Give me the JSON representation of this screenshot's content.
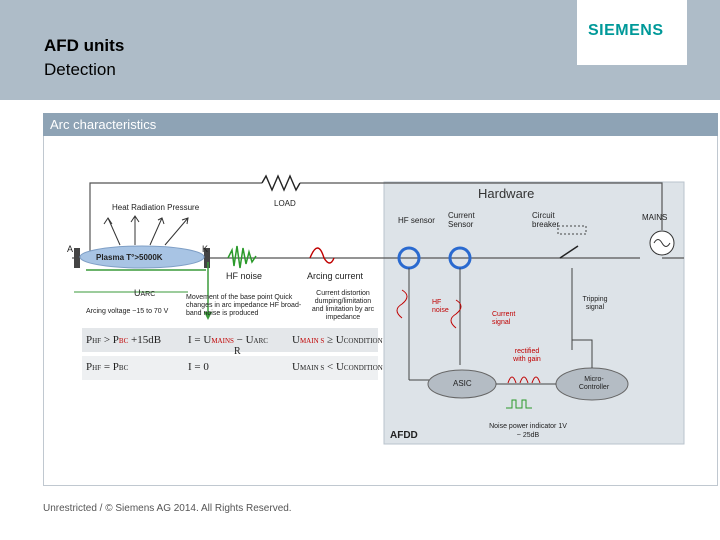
{
  "header": {
    "title": "AFD units",
    "subtitle": "Detection",
    "logo_text": "SIEMENS"
  },
  "section": {
    "title": "Arc characteristics"
  },
  "diagram": {
    "load": "LOAD",
    "heat_radiation_pressure": "Heat  Radiation  Pressure",
    "anode": "A",
    "cathode": "K",
    "plasma": "Plasma T°>5000K",
    "hf_noise": "HF noise",
    "arcing_current": "Arcing current",
    "u_arc": "U",
    "u_arc_sub": "ARC",
    "arcing_voltage": "Arcing voltage ~15 to 70 V",
    "movement_text": "Movement of the base point Quick changes in arc impedance HF broad-band noise is produced",
    "current_distortion": "Current distortion dumping/limitation and limitation by arc impedance",
    "formula1_left": "P",
    "formula1_sub": "HF",
    "formula1_mid": "> P",
    "formula1_sub2": "BC",
    "formula1_right": "+15dB",
    "formula2_left": "P",
    "formula2_mid": "= P",
    "formula2_sub2": "BC",
    "formula_i1": "I =",
    "formula_i1_num": "U",
    "formula_i1_num_sub": "MAINS",
    "formula_i1_minus": "− U",
    "formula_i1_num_sub2": "ARC",
    "formula_i1_den": "R",
    "formula_i2": "I = 0",
    "cond1_u": "U",
    "cond1_sub": "MAIN S",
    "cond1_op": "≥ U",
    "cond1_sub2": "CONDITION",
    "cond2_u": "U",
    "cond2_sub": "MAIN S",
    "cond2_op": "< U",
    "cond2_sub2": "CONDITION",
    "hardware": "Hardware",
    "hf_sensor": "HF sensor",
    "current_sensor": "Current Sensor",
    "circuit_breaker": "Circuit breaker",
    "mains": "MAINS",
    "hf_noise_small": "HF noise",
    "current_signal": "Current signal",
    "tripping_signal": "Tripping signal",
    "rectified": "rectified with gain",
    "asic": "ASIC",
    "micro_controller": "Micro-Controller",
    "noise_power": "Noise power indicator 1V ~ 25dB",
    "afdd": "AFDD"
  },
  "footer": {
    "text": "Unrestricted / © Siemens AG 2014. All Rights Reserved."
  },
  "colors": {
    "header_bg": "#aebcc8",
    "section_bar": "#8ea3b5",
    "logo": "#009999",
    "arc_red": "#c00000",
    "sensor_blue": "#2a6ad0",
    "green": "#3a9a3a"
  }
}
